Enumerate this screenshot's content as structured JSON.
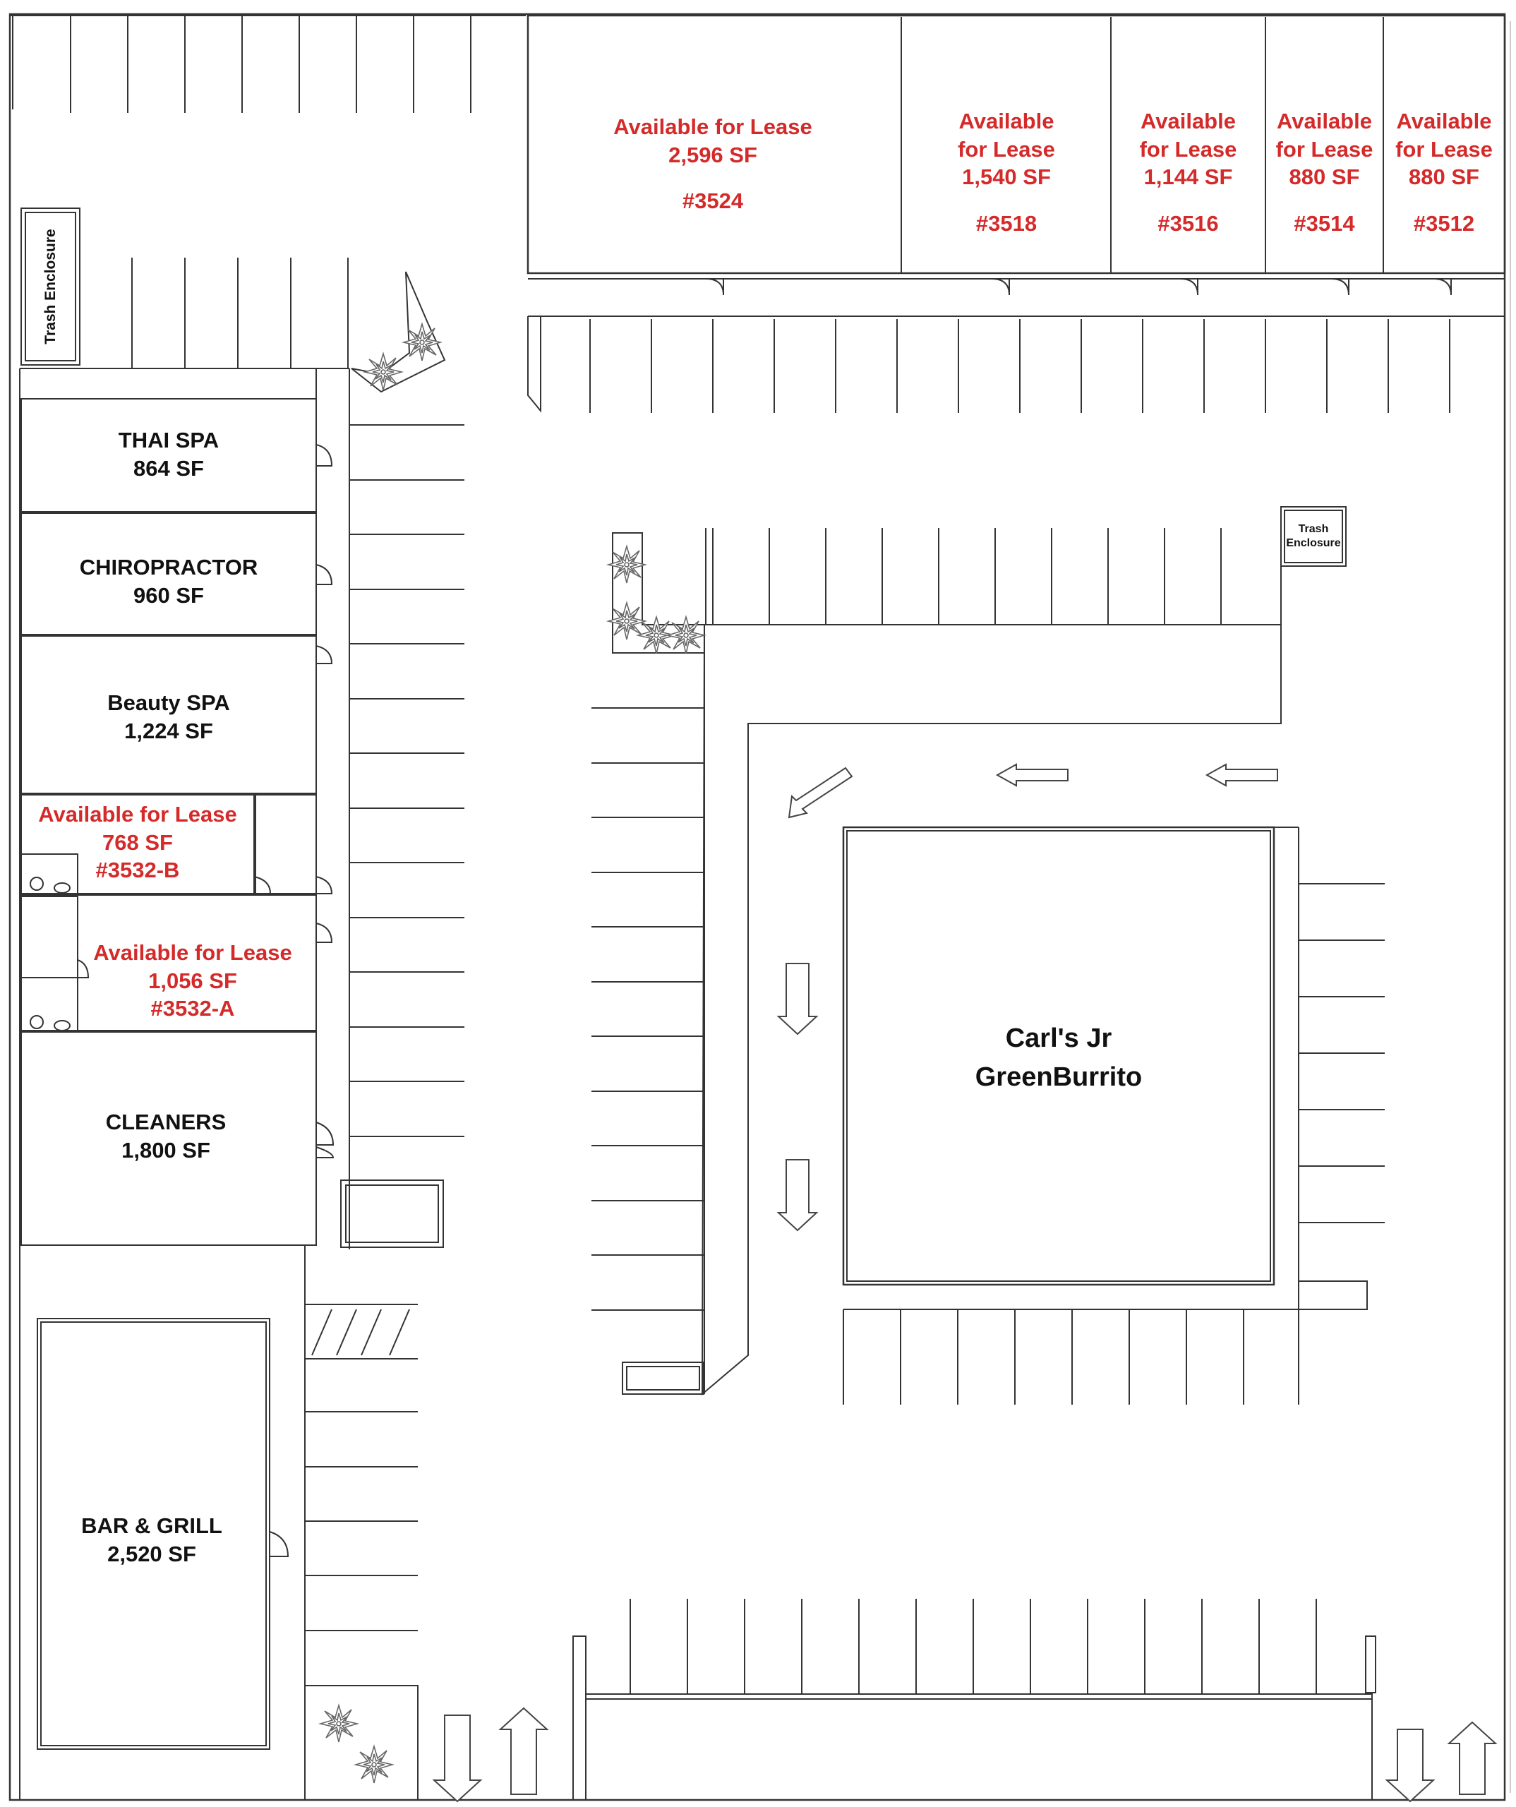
{
  "units": {
    "u3524": {
      "status": "Available for Lease",
      "area": "2,596 SF",
      "number": "#3524"
    },
    "u3518": {
      "line1": "Available",
      "line2": "for Lease",
      "area": "1,540 SF",
      "number": "#3518"
    },
    "u3516": {
      "line1": "Available",
      "line2": "for Lease",
      "area": "1,144 SF",
      "number": "#3516"
    },
    "u3514": {
      "line1": "Available",
      "line2": "for Lease",
      "area": "880 SF",
      "number": "#3514"
    },
    "u3512": {
      "line1": "Available",
      "line2": "for Lease",
      "area": "880 SF",
      "number": "#3512"
    },
    "thai_spa": {
      "name": "THAI SPA",
      "area": "864 SF"
    },
    "chiropractor": {
      "name": "CHIROPRACTOR",
      "area": "960 SF"
    },
    "beauty_spa": {
      "name": "Beauty SPA",
      "area": "1,224 SF"
    },
    "u3532b": {
      "status": "Available for Lease",
      "area": "768 SF",
      "number": "#3532-B"
    },
    "u3532a": {
      "status": "Available for Lease",
      "area": "1,056 SF",
      "number": "#3532-A"
    },
    "cleaners": {
      "name": "CLEANERS",
      "area": "1,800 SF"
    },
    "bar_grill": {
      "name": "BAR & GRILL",
      "area": "2,520 SF"
    },
    "carls": {
      "line1": "Carl's Jr",
      "line2": "GreenBurrito"
    }
  },
  "trash_left": "Trash Enclosure",
  "trash_right": {
    "line1": "Trash",
    "line2": "Enclosure"
  },
  "colors": {
    "available": "#d42a2a",
    "tenant": "#111111",
    "line": "#333333",
    "planter": "#777777"
  }
}
